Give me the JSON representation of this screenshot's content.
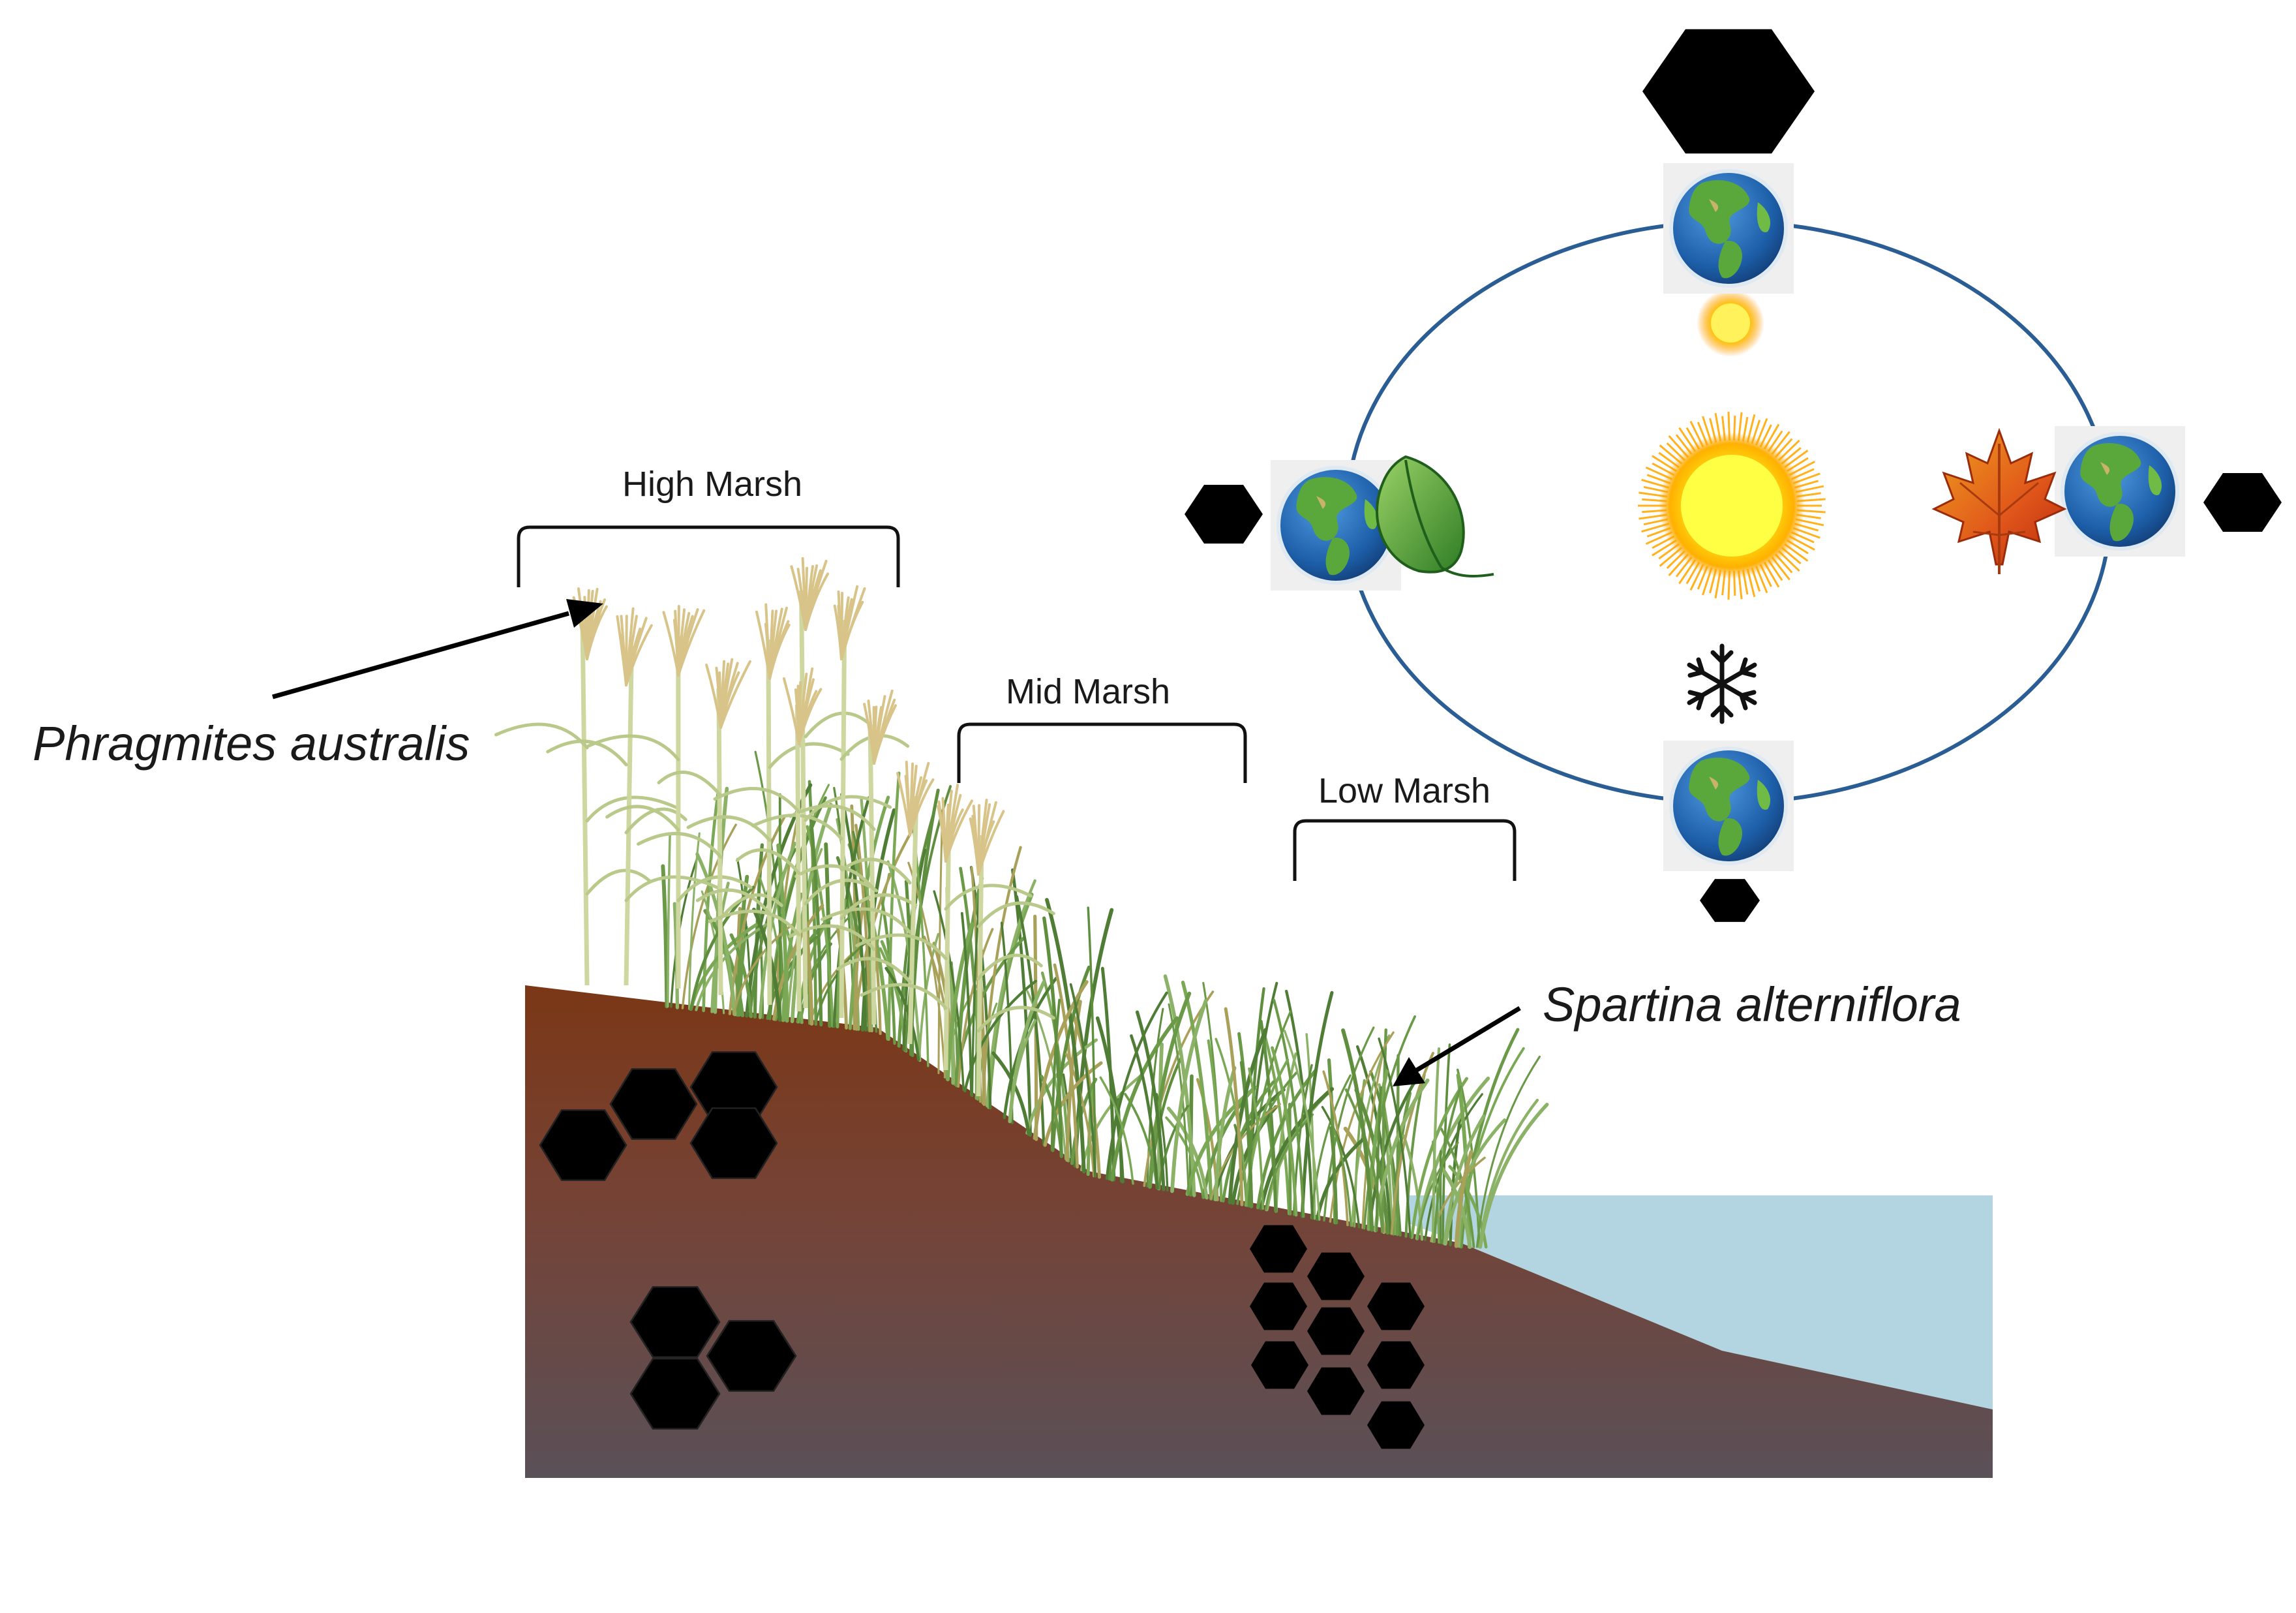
{
  "labels": {
    "high_marsh": "High Marsh",
    "mid_marsh": "Mid Marsh",
    "low_marsh": "Low Marsh",
    "phragmites": "Phragmites australis",
    "spartina": "Spartina alterniflora"
  },
  "icons": {
    "carbon": "hexagon-icon",
    "earth": "earth-globe-icon",
    "sun": "sun-icon",
    "spring": "green-leaf-icon",
    "autumn": "maple-leaf-icon",
    "winter": "snowflake-icon"
  },
  "colors": {
    "soil_top": "#7b3716",
    "soil_bottom": "#5a5058",
    "water": "#b2d5e1",
    "orbit": "#2a5d94",
    "phragmites": "#d8c488",
    "spartina": "#6f9a4a",
    "carbon_hex": "#000000"
  }
}
